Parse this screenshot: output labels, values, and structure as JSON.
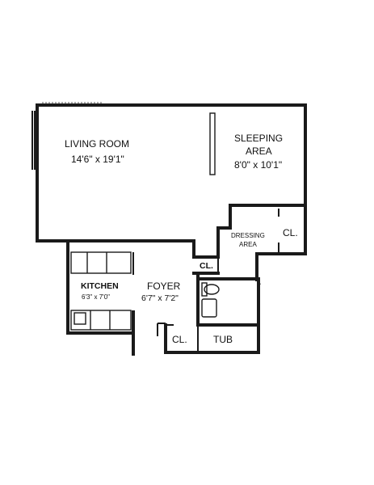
{
  "rooms": {
    "living_room": {
      "name": "LIVING ROOM",
      "size": "14'6\" x 19'1\""
    },
    "sleeping_area": {
      "name_line1": "SLEEPING",
      "name_line2": "AREA",
      "size": "8'0\" x 10'1\""
    },
    "dressing_area": {
      "name_line1": "DRESSING",
      "name_line2": "AREA"
    },
    "closet_dressing": {
      "name": "CL."
    },
    "closet_foyer": {
      "name": "CL."
    },
    "closet_bath": {
      "name": "CL."
    },
    "kitchen": {
      "name": "KITCHEN",
      "size": "6'3\" x 7'0\""
    },
    "foyer": {
      "name": "FOYER",
      "size": "6'7\" x 7'2\""
    },
    "tub": {
      "name": "TUB"
    }
  },
  "colors": {
    "wall": "#1a1a1a",
    "background": "#ffffff"
  }
}
